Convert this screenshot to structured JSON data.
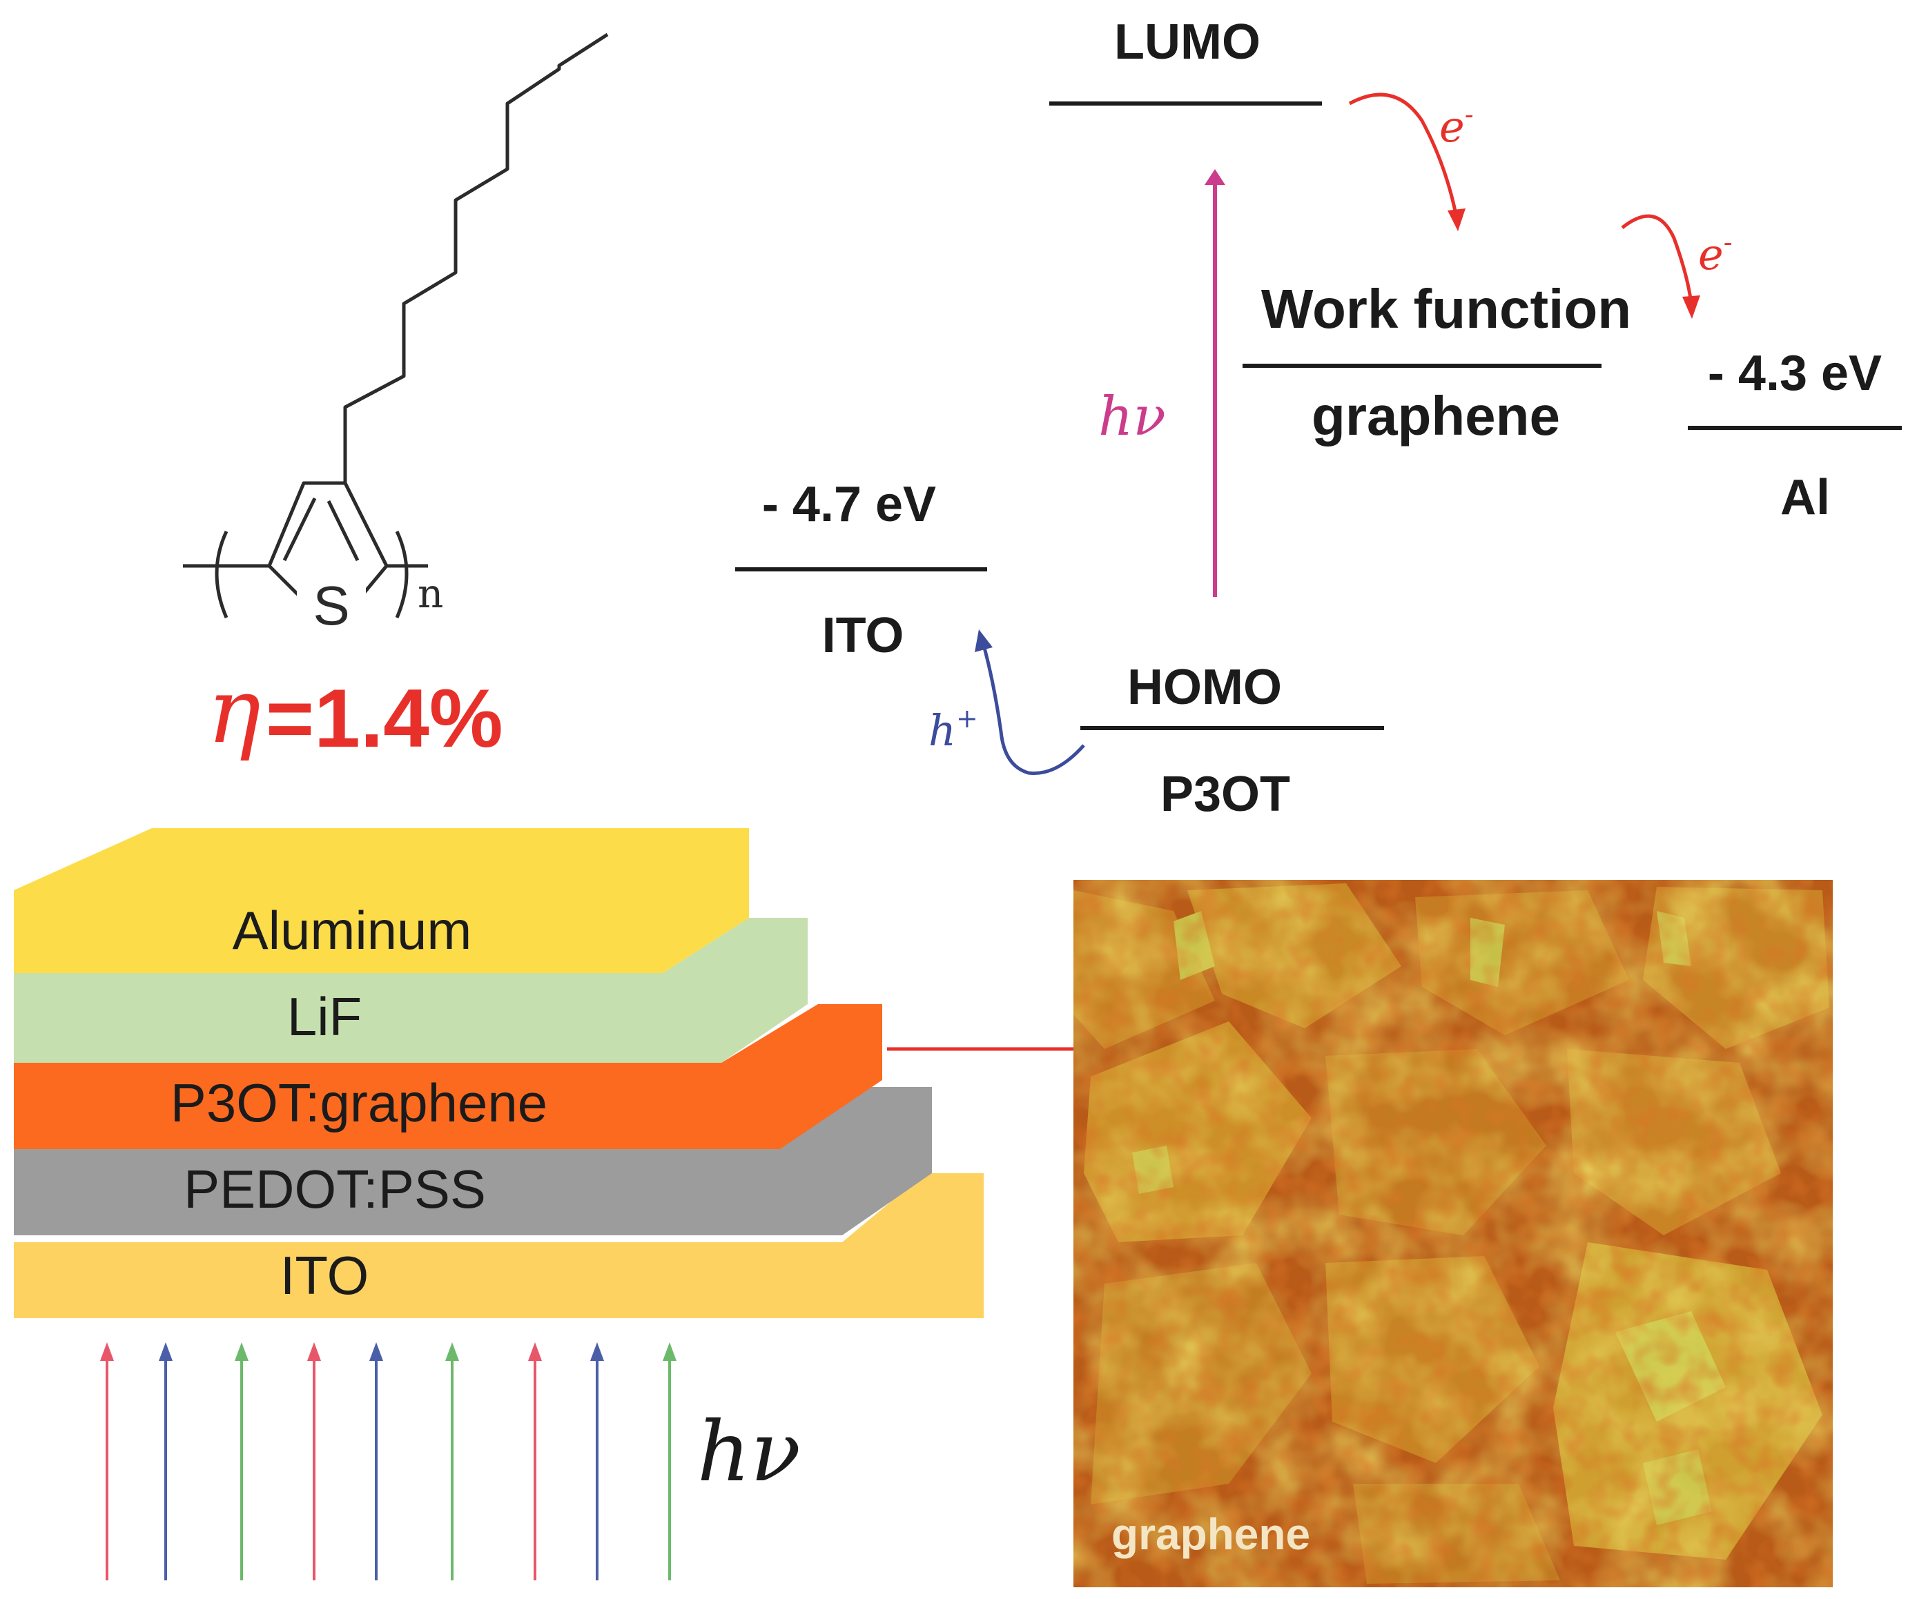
{
  "molecule": {
    "sulfur": "S",
    "repeat_subscript": "n",
    "efficiency_symbol": "η",
    "efficiency_value": "=1.4%"
  },
  "energy_diagram": {
    "lumo": "LUMO",
    "homo": "HOMO",
    "p3ot": "P3OT",
    "ito_energy": "- 4.7 eV",
    "ito": "ITO",
    "work_function": "Work function",
    "graphene": "graphene",
    "al_energy": "- 4.3 eV",
    "al": "Al",
    "excitation": "hν",
    "electron": "e",
    "electron_sup": "-",
    "hole": "h",
    "hole_sup": "+"
  },
  "device_stack": {
    "layers": [
      {
        "label": "Aluminum",
        "color": "#fddc4a"
      },
      {
        "label": "LiF",
        "color": "#c6dfae"
      },
      {
        "label": "P3OT:graphene",
        "color": "#fc6a1f"
      },
      {
        "label": "PEDOT:PSS",
        "color": "#9c9c9c"
      },
      {
        "label": "ITO",
        "color": "#fdd261"
      }
    ],
    "illumination": "hν",
    "ray_colors": [
      "#e8566a",
      "#4a5fa8",
      "#6cb96b"
    ]
  },
  "afm_image": {
    "label": "graphene"
  },
  "colors": {
    "efficiency": "#e8302a",
    "excitation_arrow": "#cc3c8c",
    "electron_arrow": "#e8302a",
    "hole_arrow": "#3c4c9c",
    "connector": "#e8302a"
  }
}
